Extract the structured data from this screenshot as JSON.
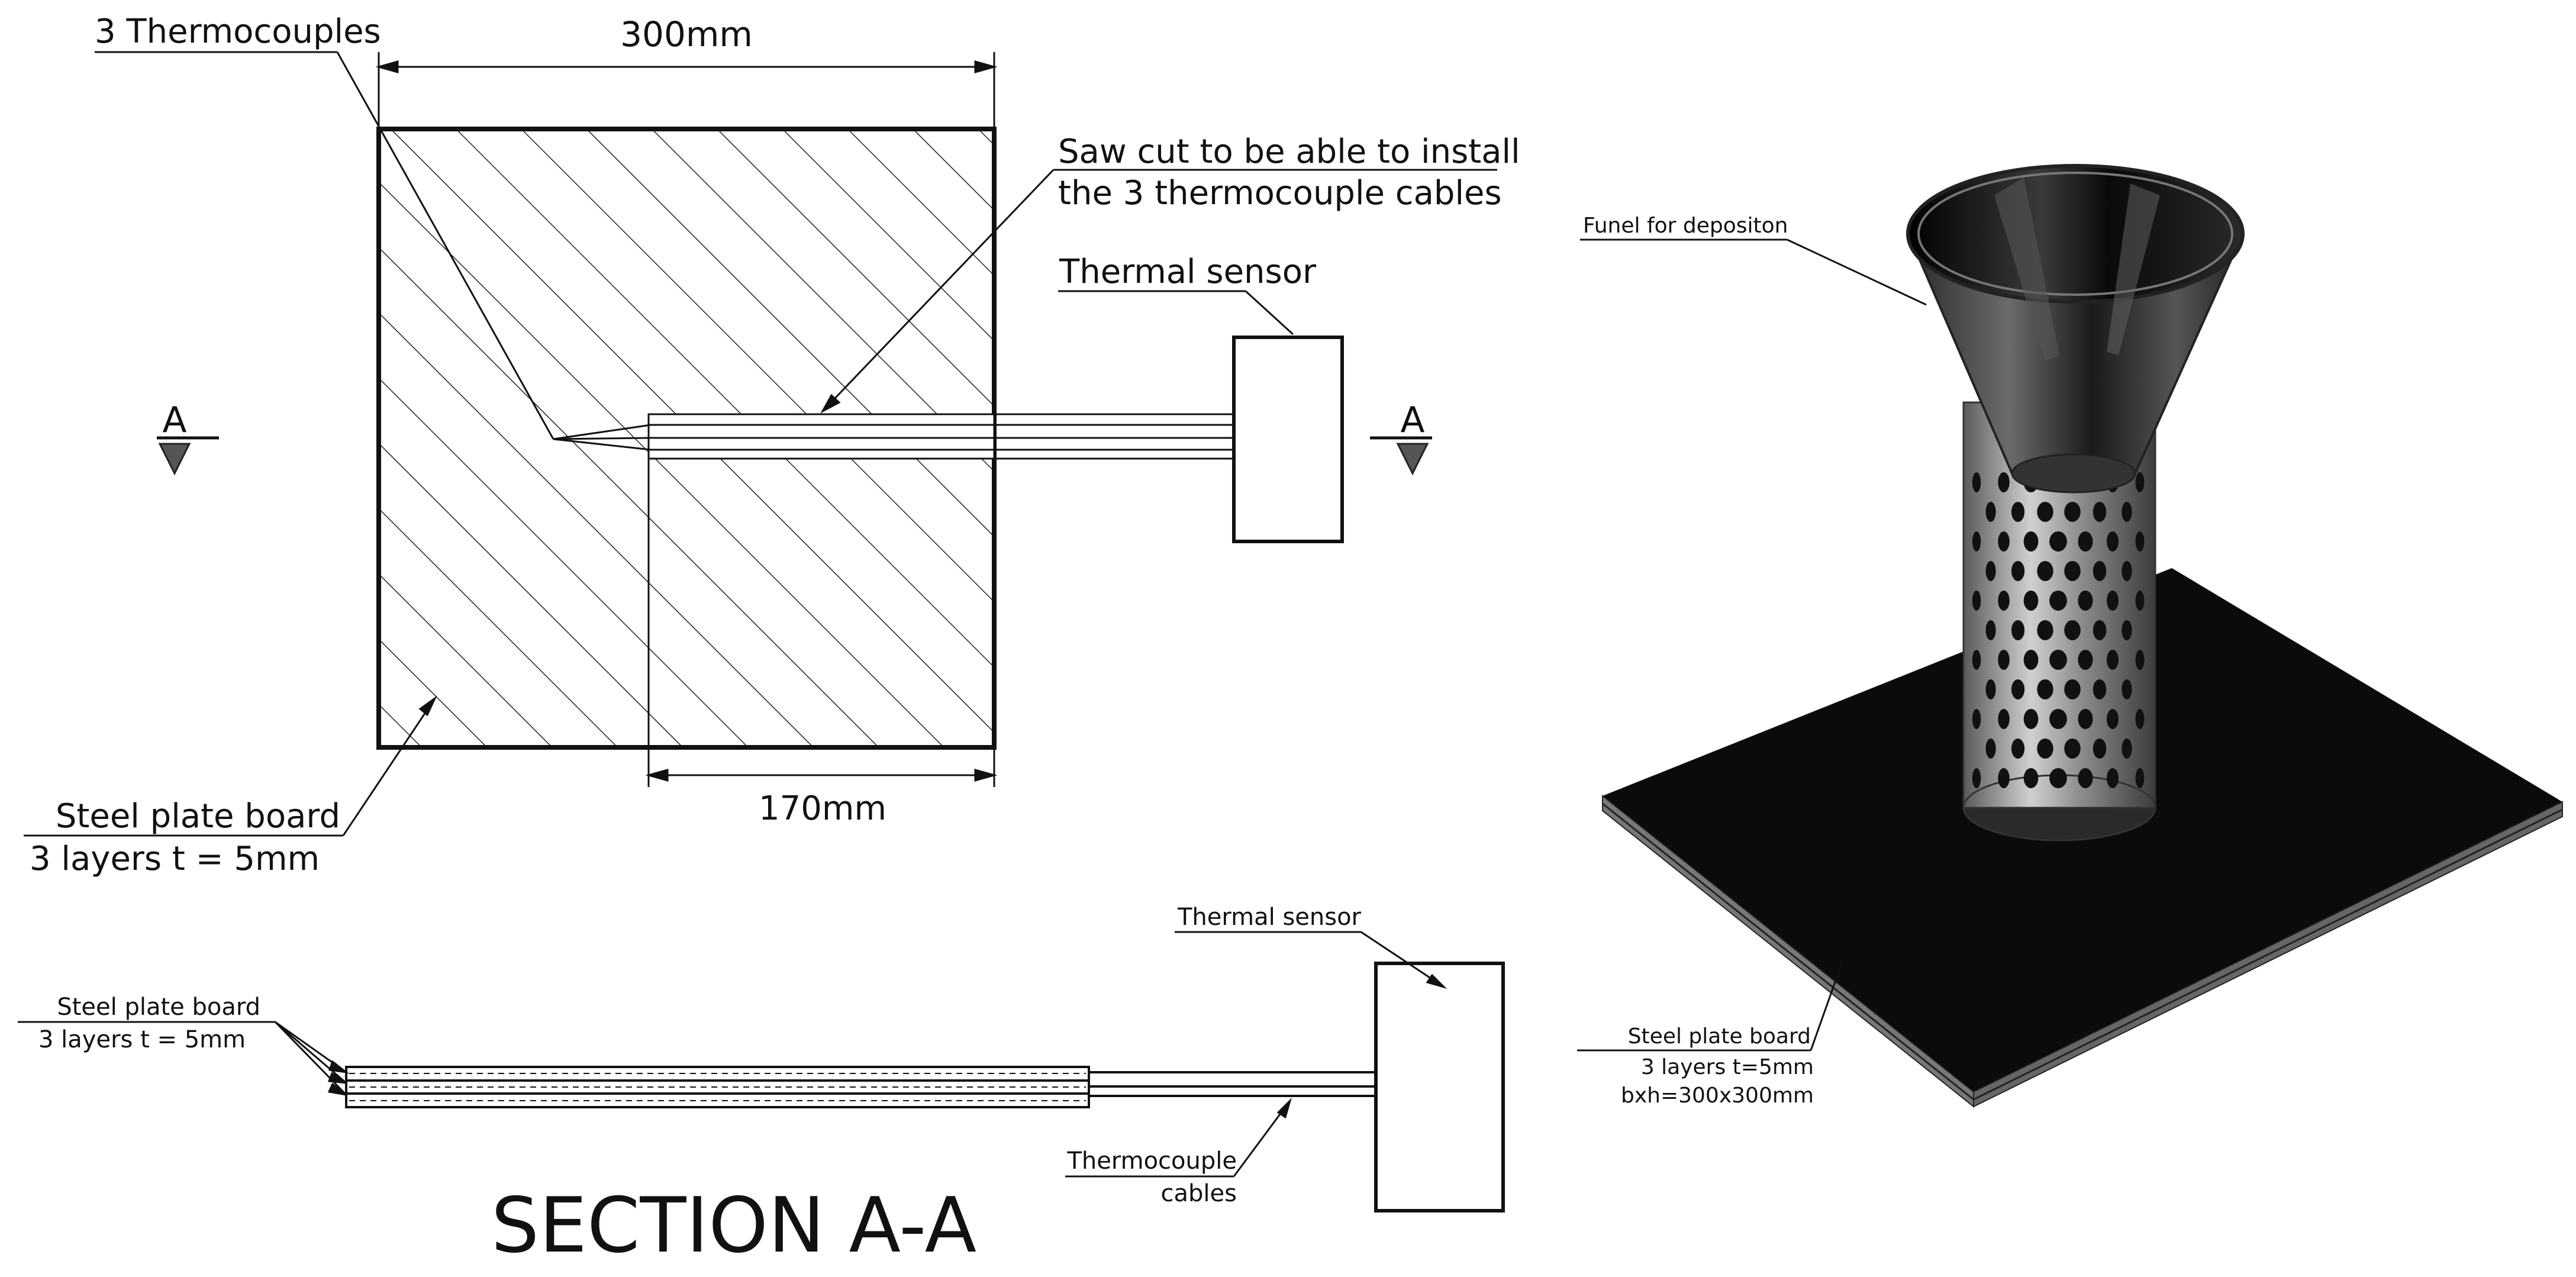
{
  "plan_view": {
    "dim_width": "300mm",
    "dim_inset": "170mm",
    "label_thermocouples": "3 Thermocouples",
    "label_sawcut_line1": "Saw cut to be able to install",
    "label_sawcut_line2": "the 3 thermocouple cables",
    "label_sensor": "Thermal sensor",
    "label_plate_line1": "Steel plate board",
    "label_plate_line2": "3 layers    t = 5mm",
    "section_mark": "A"
  },
  "section_view": {
    "title": "SECTION A-A",
    "label_plate_line1": "Steel plate board",
    "label_plate_line2": "3 layers    t = 5mm",
    "label_sensor": "Thermal sensor",
    "label_cables_line1": "Thermocouple",
    "label_cables_line2": "cables"
  },
  "iso_view": {
    "label_funnel": "Funel for depositon",
    "label_plate_line1": "Steel plate board",
    "label_plate_line2": "3 layers t=5mm",
    "label_plate_line3": "bxh=300x300mm"
  },
  "colors": {
    "ink": "#111111",
    "plate_dark": "#0b0b0b",
    "metal": "#8a8a8a"
  }
}
